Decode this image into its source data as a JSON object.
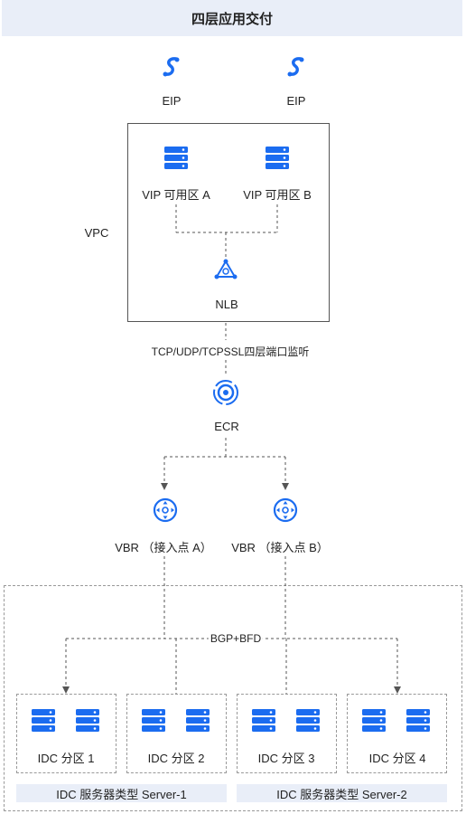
{
  "title": "四层应用交付",
  "eip": [
    "EIP",
    "EIP"
  ],
  "vpc": {
    "label": "VPC",
    "vip_a": "VIP 可用区 A",
    "vip_b": "VIP 可用区 B",
    "nlb": "NLB"
  },
  "listen_label": "TCP/UDP/TCPSSL四层端口监听",
  "ecr": "ECR",
  "vbr_a": "VBR （接入点 A）",
  "vbr_b": "VBR （接入点 B）",
  "bgp_label": "BGP+BFD",
  "zones": [
    "IDC 分区 1",
    "IDC 分区 2",
    "IDC 分区 3",
    "IDC 分区 4"
  ],
  "server_types": [
    "IDC 服务器类型 Server-1",
    "IDC 服务器类型 Server-2"
  ],
  "colors": {
    "accent": "#1b6cf0",
    "panel": "#e9eef8",
    "line": "#555555"
  },
  "icons": [
    "eip-icon",
    "server-icon",
    "nlb-icon",
    "ecr-icon",
    "router-icon"
  ]
}
